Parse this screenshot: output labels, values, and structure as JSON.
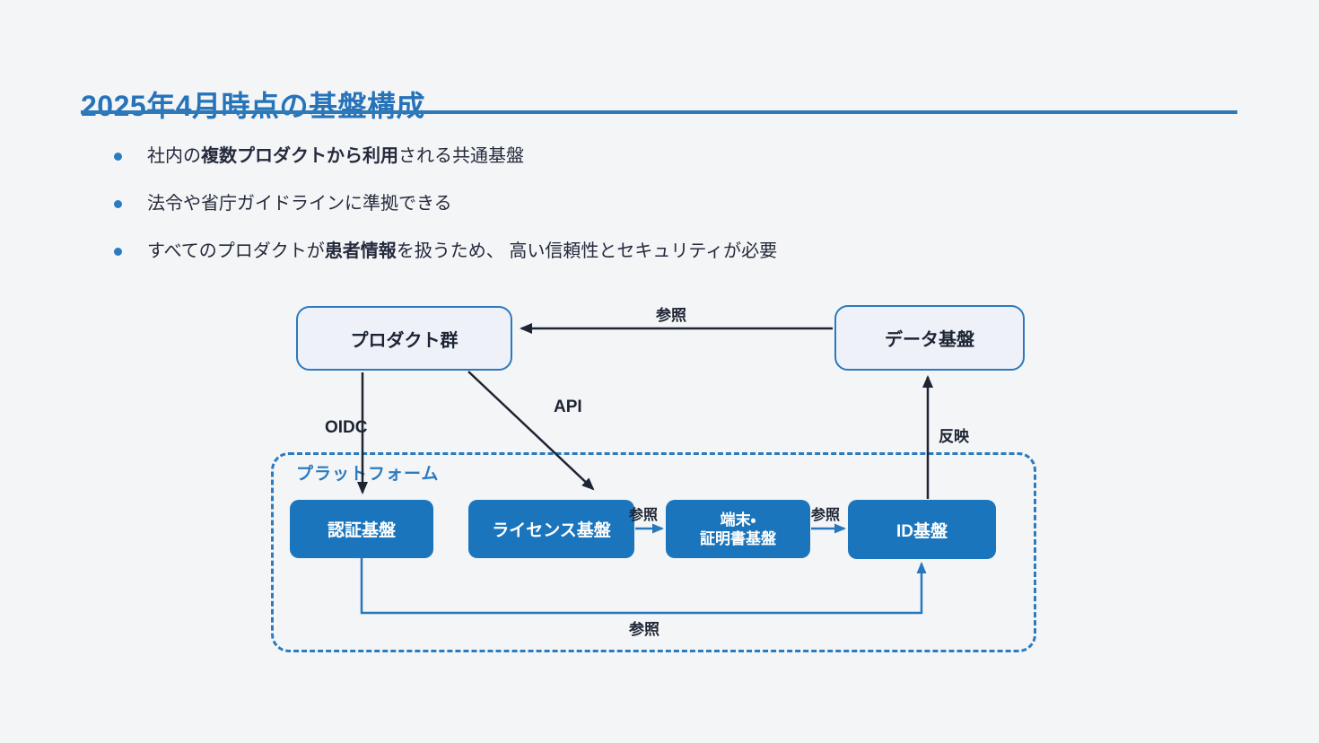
{
  "slide": {
    "title": "2025年4月時点の基盤構成",
    "bullets": [
      {
        "pre": "社内の",
        "bold": "複数プロダクトから利用",
        "post": "される共通基盤"
      },
      {
        "pre": "法令や省庁ガイドラインに準拠できる",
        "bold": "",
        "post": ""
      },
      {
        "pre": "すべてのプロダクトが",
        "bold": "患者情報",
        "post": "を扱うため、 高い信頼性とセキュリティが必要"
      }
    ]
  },
  "diagram": {
    "nodes": {
      "products": "プロダクト群",
      "data_platform": "データ基盤",
      "platform_group": "プラットフォーム",
      "auth": "認証基盤",
      "license": "ライセンス基盤",
      "device_cert_line1": "端末・",
      "device_cert_line2": "証明書基盤",
      "id": "ID基盤"
    },
    "edges": {
      "data_to_products": "参照",
      "products_to_auth": "OIDC",
      "products_to_license": "API",
      "id_to_data": "反映",
      "license_to_device": "参照",
      "device_to_id": "参照",
      "auth_to_id": "参照"
    },
    "colors": {
      "title_blue": "#2673b9",
      "accent_blue": "#2b7bbf",
      "node_dark_fill": "#1b75bc",
      "node_light_fill": "#eef1f8",
      "arrow_dark": "#1d2433",
      "background": "#f4f5f6"
    }
  }
}
